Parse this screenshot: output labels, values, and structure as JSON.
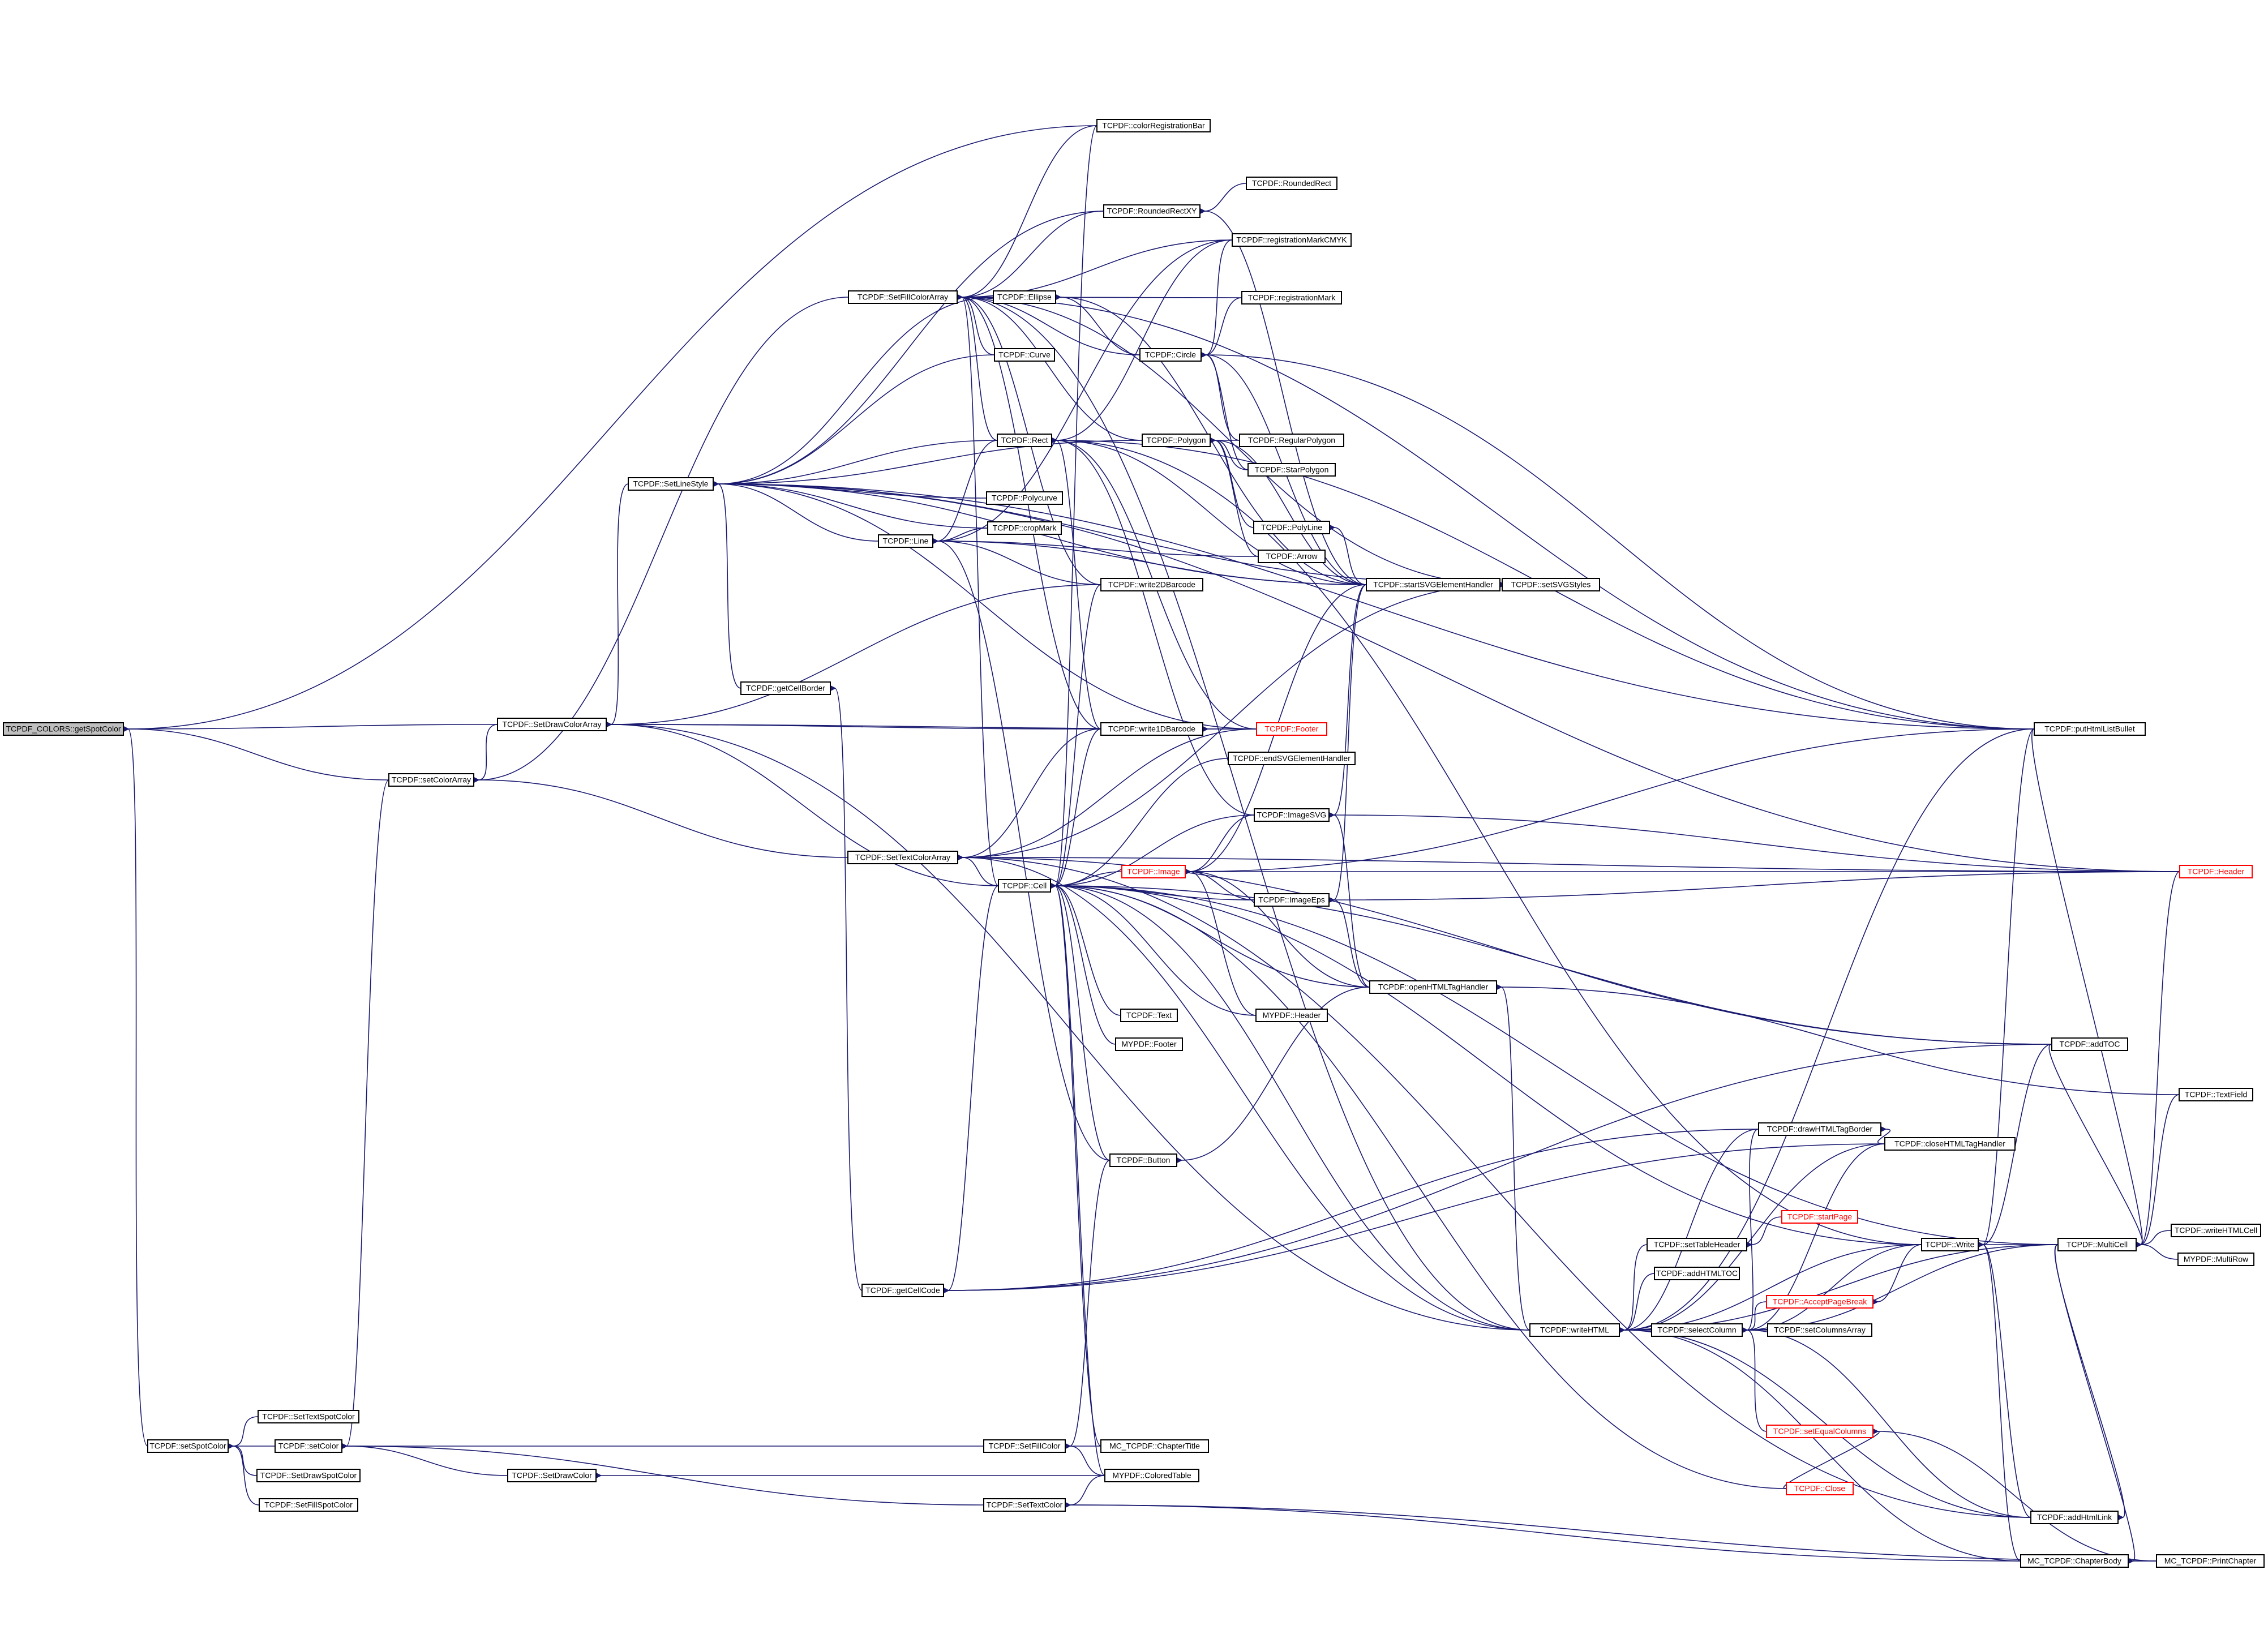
{
  "colors": {
    "edge": "#191970",
    "root_fill": "#bfbfbf",
    "truncated_border": "#ff0000"
  },
  "nodes": [
    {
      "id": "getSpotColor",
      "label": "TCPDF_COLORS::getSpotColor",
      "root": true
    },
    {
      "id": "setSpotColor",
      "label": "TCPDF::setSpotColor"
    },
    {
      "id": "SetTextSpotColor",
      "label": "TCPDF::SetTextSpotColor"
    },
    {
      "id": "setColor",
      "label": "TCPDF::setColor"
    },
    {
      "id": "SetDrawSpotColor",
      "label": "TCPDF::SetDrawSpotColor"
    },
    {
      "id": "SetFillSpotColor",
      "label": "TCPDF::SetFillSpotColor"
    },
    {
      "id": "setColorArray",
      "label": "TCPDF::setColorArray"
    },
    {
      "id": "SetDrawColorArray",
      "label": "TCPDF::SetDrawColorArray"
    },
    {
      "id": "SetDrawColor",
      "label": "TCPDF::SetDrawColor"
    },
    {
      "id": "SetLineStyle",
      "label": "TCPDF::SetLineStyle"
    },
    {
      "id": "getCellBorder",
      "label": "TCPDF::getCellBorder"
    },
    {
      "id": "SetFillColorArray",
      "label": "TCPDF::SetFillColorArray"
    },
    {
      "id": "SetTextColorArray",
      "label": "TCPDF::SetTextColorArray"
    },
    {
      "id": "getCellCode",
      "label": "TCPDF::getCellCode"
    },
    {
      "id": "SetFillColor",
      "label": "TCPDF::SetFillColor"
    },
    {
      "id": "SetTextColor",
      "label": "TCPDF::SetTextColor"
    },
    {
      "id": "Ellipse",
      "label": "TCPDF::Ellipse"
    },
    {
      "id": "Curve",
      "label": "TCPDF::Curve"
    },
    {
      "id": "Rect",
      "label": "TCPDF::Rect"
    },
    {
      "id": "Polycurve",
      "label": "TCPDF::Polycurve"
    },
    {
      "id": "cropMark",
      "label": "TCPDF::cropMark"
    },
    {
      "id": "Line",
      "label": "TCPDF::Line"
    },
    {
      "id": "Cell",
      "label": "TCPDF::Cell"
    },
    {
      "id": "colorRegistrationBar",
      "label": "TCPDF::colorRegistrationBar"
    },
    {
      "id": "RoundedRectXY",
      "label": "TCPDF::RoundedRectXY"
    },
    {
      "id": "Circle",
      "label": "TCPDF::Circle"
    },
    {
      "id": "Polygon",
      "label": "TCPDF::Polygon"
    },
    {
      "id": "write2DBarcode",
      "label": "TCPDF::write2DBarcode"
    },
    {
      "id": "write1DBarcode",
      "label": "TCPDF::write1DBarcode"
    },
    {
      "id": "Image",
      "label": "TCPDF::Image",
      "truncated": true
    },
    {
      "id": "Text",
      "label": "TCPDF::Text"
    },
    {
      "id": "MYPDFFooter",
      "label": "MYPDF::Footer"
    },
    {
      "id": "Button",
      "label": "TCPDF::Button"
    },
    {
      "id": "ChapterTitle",
      "label": "MC_TCPDF::ChapterTitle"
    },
    {
      "id": "ColoredTable",
      "label": "MYPDF::ColoredTable"
    },
    {
      "id": "RoundedRect",
      "label": "TCPDF::RoundedRect"
    },
    {
      "id": "registrationMarkCMYK",
      "label": "TCPDF::registrationMarkCMYK"
    },
    {
      "id": "registrationMark",
      "label": "TCPDF::registrationMark"
    },
    {
      "id": "RegularPolygon",
      "label": "TCPDF::RegularPolygon"
    },
    {
      "id": "StarPolygon",
      "label": "TCPDF::StarPolygon"
    },
    {
      "id": "PolyLine",
      "label": "TCPDF::PolyLine"
    },
    {
      "id": "Arrow",
      "label": "TCPDF::Arrow"
    },
    {
      "id": "Footer",
      "label": "TCPDF::Footer",
      "truncated": true
    },
    {
      "id": "endSVGElementHandler",
      "label": "TCPDF::endSVGElementHandler"
    },
    {
      "id": "ImageSVG",
      "label": "TCPDF::ImageSVG"
    },
    {
      "id": "ImageEps",
      "label": "TCPDF::ImageEps"
    },
    {
      "id": "MYPDFHeader",
      "label": "MYPDF::Header"
    },
    {
      "id": "startSVGElementHandler",
      "label": "TCPDF::startSVGElementHandler"
    },
    {
      "id": "setSVGStyles",
      "label": "TCPDF::setSVGStyles"
    },
    {
      "id": "openHTMLTagHandler",
      "label": "TCPDF::openHTMLTagHandler"
    },
    {
      "id": "writeHTML",
      "label": "TCPDF::writeHTML"
    },
    {
      "id": "setTableHeader",
      "label": "TCPDF::setTableHeader"
    },
    {
      "id": "addHTMLTOC",
      "label": "TCPDF::addHTMLTOC"
    },
    {
      "id": "selectColumn",
      "label": "TCPDF::selectColumn"
    },
    {
      "id": "startPage",
      "label": "TCPDF::startPage",
      "truncated": true
    },
    {
      "id": "AcceptPageBreak",
      "label": "TCPDF::AcceptPageBreak",
      "truncated": true
    },
    {
      "id": "setColumnsArray",
      "label": "TCPDF::setColumnsArray"
    },
    {
      "id": "setEqualColumns",
      "label": "TCPDF::setEqualColumns",
      "truncated": true
    },
    {
      "id": "Close",
      "label": "TCPDF::Close",
      "truncated": true
    },
    {
      "id": "drawHTMLTagBorder",
      "label": "TCPDF::drawHTMLTagBorder"
    },
    {
      "id": "closeHTMLTagHandler",
      "label": "TCPDF::closeHTMLTagHandler"
    },
    {
      "id": "Write",
      "label": "TCPDF::Write"
    },
    {
      "id": "addHtmlLink",
      "label": "TCPDF::addHtmlLink"
    },
    {
      "id": "ChapterBody",
      "label": "MC_TCPDF::ChapterBody"
    },
    {
      "id": "putHtmlListBullet",
      "label": "TCPDF::putHtmlListBullet"
    },
    {
      "id": "addTOC",
      "label": "TCPDF::addTOC"
    },
    {
      "id": "MultiCell",
      "label": "TCPDF::MultiCell"
    },
    {
      "id": "PrintChapter",
      "label": "MC_TCPDF::PrintChapter"
    },
    {
      "id": "Header",
      "label": "TCPDF::Header",
      "truncated": true
    },
    {
      "id": "TextField",
      "label": "TCPDF::TextField"
    },
    {
      "id": "writeHTMLCell",
      "label": "TCPDF::writeHTMLCell"
    },
    {
      "id": "MultiRow",
      "label": "MYPDF::MultiRow"
    }
  ],
  "edges": [
    [
      "getSpotColor",
      "setSpotColor"
    ],
    [
      "getSpotColor",
      "setColorArray"
    ],
    [
      "getSpotColor",
      "SetDrawColorArray"
    ],
    [
      "getSpotColor",
      "colorRegistrationBar"
    ],
    [
      "setSpotColor",
      "SetTextSpotColor"
    ],
    [
      "setSpotColor",
      "setColor"
    ],
    [
      "setSpotColor",
      "SetDrawSpotColor"
    ],
    [
      "setSpotColor",
      "SetFillSpotColor"
    ],
    [
      "setColor",
      "setColorArray"
    ],
    [
      "setColor",
      "SetDrawColor"
    ],
    [
      "setColor",
      "SetFillColor"
    ],
    [
      "setColor",
      "SetTextColor"
    ],
    [
      "setColorArray",
      "SetDrawColorArray"
    ],
    [
      "setColorArray",
      "SetFillColorArray"
    ],
    [
      "setColorArray",
      "SetTextColorArray"
    ],
    [
      "SetDrawColorArray",
      "SetLineStyle"
    ],
    [
      "SetDrawColorArray",
      "Cell"
    ],
    [
      "SetDrawColorArray",
      "write1DBarcode"
    ],
    [
      "SetDrawColorArray",
      "write2DBarcode"
    ],
    [
      "SetDrawColorArray",
      "writeHTML"
    ],
    [
      "SetDrawColorArray",
      "Footer"
    ],
    [
      "SetDrawColor",
      "ColoredTable"
    ],
    [
      "SetLineStyle",
      "getCellBorder"
    ],
    [
      "SetLineStyle",
      "Rect"
    ],
    [
      "SetLineStyle",
      "Polycurve"
    ],
    [
      "SetLineStyle",
      "cropMark"
    ],
    [
      "SetLineStyle",
      "Line"
    ],
    [
      "SetLineStyle",
      "Curve"
    ],
    [
      "SetLineStyle",
      "RoundedRectXY"
    ],
    [
      "SetLineStyle",
      "Polygon"
    ],
    [
      "SetLineStyle",
      "Ellipse"
    ],
    [
      "SetLineStyle",
      "Footer"
    ],
    [
      "SetLineStyle",
      "putHtmlListBullet"
    ],
    [
      "SetLineStyle",
      "Header"
    ],
    [
      "SetLineStyle",
      "startSVGElementHandler"
    ],
    [
      "SetLineStyle",
      "setSVGStyles"
    ],
    [
      "getCellBorder",
      "getCellCode"
    ],
    [
      "SetFillColorArray",
      "Ellipse"
    ],
    [
      "SetFillColorArray",
      "Curve"
    ],
    [
      "SetFillColorArray",
      "Rect"
    ],
    [
      "SetFillColorArray",
      "Polygon"
    ],
    [
      "SetFillColorArray",
      "RoundedRectXY"
    ],
    [
      "SetFillColorArray",
      "colorRegistrationBar"
    ],
    [
      "SetFillColorArray",
      "registrationMarkCMYK"
    ],
    [
      "SetFillColorArray",
      "registrationMark"
    ],
    [
      "SetFillColorArray",
      "Circle"
    ],
    [
      "SetFillColorArray",
      "Cell"
    ],
    [
      "SetFillColorArray",
      "write1DBarcode"
    ],
    [
      "SetFillColorArray",
      "write2DBarcode"
    ],
    [
      "SetFillColorArray",
      "putHtmlListBullet"
    ],
    [
      "SetFillColorArray",
      "setSVGStyles"
    ],
    [
      "SetFillColorArray",
      "writeHTML"
    ],
    [
      "SetTextColorArray",
      "Cell"
    ],
    [
      "SetTextColorArray",
      "write1DBarcode"
    ],
    [
      "SetTextColorArray",
      "Footer"
    ],
    [
      "SetTextColorArray",
      "Header"
    ],
    [
      "SetTextColorArray",
      "writeHTML"
    ],
    [
      "SetTextColorArray",
      "addTOC"
    ],
    [
      "SetTextColorArray",
      "addHtmlLink"
    ],
    [
      "SetTextColorArray",
      "setSVGStyles"
    ],
    [
      "getCellCode",
      "Cell"
    ],
    [
      "getCellCode",
      "drawHTMLTagBorder"
    ],
    [
      "getCellCode",
      "addTOC"
    ],
    [
      "getCellCode",
      "closeHTMLTagHandler"
    ],
    [
      "SetFillColor",
      "ChapterTitle"
    ],
    [
      "SetFillColor",
      "ColoredTable"
    ],
    [
      "SetFillColor",
      "Button"
    ],
    [
      "SetTextColor",
      "ColoredTable"
    ],
    [
      "SetTextColor",
      "ChapterBody"
    ],
    [
      "SetTextColor",
      "PrintChapter"
    ],
    [
      "Ellipse",
      "Circle"
    ],
    [
      "Ellipse",
      "startSVGElementHandler"
    ],
    [
      "Rect",
      "startSVGElementHandler"
    ],
    [
      "Rect",
      "Footer"
    ],
    [
      "Rect",
      "write1DBarcode"
    ],
    [
      "Rect",
      "ImageSVG"
    ],
    [
      "Rect",
      "Write"
    ],
    [
      "Rect",
      "putHtmlListBullet"
    ],
    [
      "Rect",
      "registrationMarkCMYK"
    ],
    [
      "Line",
      "Rect"
    ],
    [
      "Line",
      "cropMark"
    ],
    [
      "Line",
      "Arrow"
    ],
    [
      "Line",
      "startSVGElementHandler"
    ],
    [
      "Line",
      "registrationMarkCMYK"
    ],
    [
      "Line",
      "write2DBarcode"
    ],
    [
      "Line",
      "Button"
    ],
    [
      "Cell",
      "Text"
    ],
    [
      "Cell",
      "MYPDFFooter"
    ],
    [
      "Cell",
      "MYPDFHeader"
    ],
    [
      "Cell",
      "Image"
    ],
    [
      "Cell",
      "ImageEps"
    ],
    [
      "Cell",
      "ImageSVG"
    ],
    [
      "Cell",
      "Button"
    ],
    [
      "Cell",
      "ChapterTitle"
    ],
    [
      "Cell",
      "ColoredTable"
    ],
    [
      "Cell",
      "write1DBarcode"
    ],
    [
      "Cell",
      "write2DBarcode"
    ],
    [
      "Cell",
      "addTOC"
    ],
    [
      "Cell",
      "Write"
    ],
    [
      "Cell",
      "writeHTML"
    ],
    [
      "Cell",
      "openHTMLTagHandler"
    ],
    [
      "Cell",
      "MultiCell"
    ],
    [
      "Cell",
      "Close"
    ],
    [
      "Cell",
      "endSVGElementHandler"
    ],
    [
      "Cell",
      "colorRegistrationBar"
    ],
    [
      "RoundedRectXY",
      "RoundedRect"
    ],
    [
      "RoundedRectXY",
      "startSVGElementHandler"
    ],
    [
      "Circle",
      "registrationMark"
    ],
    [
      "Circle",
      "registrationMarkCMYK"
    ],
    [
      "Circle",
      "RegularPolygon"
    ],
    [
      "Circle",
      "StarPolygon"
    ],
    [
      "Circle",
      "startSVGElementHandler"
    ],
    [
      "Circle",
      "putHtmlListBullet"
    ],
    [
      "Polygon",
      "RegularPolygon"
    ],
    [
      "Polygon",
      "StarPolygon"
    ],
    [
      "Polygon",
      "PolyLine"
    ],
    [
      "Polygon",
      "Arrow"
    ],
    [
      "Polygon",
      "startSVGElementHandler"
    ],
    [
      "PolyLine",
      "startSVGElementHandler"
    ],
    [
      "write1DBarcode",
      "Footer"
    ],
    [
      "Image",
      "ImageEps"
    ],
    [
      "Image",
      "ImageSVG"
    ],
    [
      "Image",
      "MYPDFHeader"
    ],
    [
      "Image",
      "openHTMLTagHandler"
    ],
    [
      "Image",
      "putHtmlListBullet"
    ],
    [
      "Image",
      "Header"
    ],
    [
      "Image",
      "startSVGElementHandler"
    ],
    [
      "ImageSVG",
      "openHTMLTagHandler"
    ],
    [
      "ImageSVG",
      "Header"
    ],
    [
      "ImageSVG",
      "startSVGElementHandler"
    ],
    [
      "ImageEps",
      "openHTMLTagHandler"
    ],
    [
      "ImageEps",
      "Header"
    ],
    [
      "ImageEps",
      "startSVGElementHandler"
    ],
    [
      "startSVGElementHandler",
      "setSVGStyles"
    ],
    [
      "openHTMLTagHandler",
      "writeHTML"
    ],
    [
      "openHTMLTagHandler",
      "TextField"
    ],
    [
      "Button",
      "openHTMLTagHandler"
    ],
    [
      "writeHTML",
      "setTableHeader"
    ],
    [
      "writeHTML",
      "addHTMLTOC"
    ],
    [
      "writeHTML",
      "selectColumn"
    ],
    [
      "writeHTML",
      "drawHTMLTagBorder"
    ],
    [
      "writeHTML",
      "closeHTMLTagHandler"
    ],
    [
      "writeHTML",
      "Write"
    ],
    [
      "writeHTML",
      "MultiCell"
    ],
    [
      "writeHTML",
      "ChapterBody"
    ],
    [
      "writeHTML",
      "addHtmlLink"
    ],
    [
      "writeHTML",
      "putHtmlListBullet"
    ],
    [
      "setTableHeader",
      "startPage"
    ],
    [
      "selectColumn",
      "AcceptPageBreak"
    ],
    [
      "selectColumn",
      "setColumnsArray"
    ],
    [
      "selectColumn",
      "setEqualColumns"
    ],
    [
      "selectColumn",
      "Write"
    ],
    [
      "selectColumn",
      "MultiCell"
    ],
    [
      "selectColumn",
      "closeHTMLTagHandler"
    ],
    [
      "selectColumn",
      "drawHTMLTagBorder"
    ],
    [
      "selectColumn",
      "addHtmlLink"
    ],
    [
      "AcceptPageBreak",
      "Write"
    ],
    [
      "setEqualColumns",
      "Close"
    ],
    [
      "setEqualColumns",
      "PrintChapter"
    ],
    [
      "drawHTMLTagBorder",
      "closeHTMLTagHandler"
    ],
    [
      "Write",
      "MultiCell"
    ],
    [
      "Write",
      "addHtmlLink"
    ],
    [
      "Write",
      "ChapterBody"
    ],
    [
      "Write",
      "addTOC"
    ],
    [
      "Write",
      "putHtmlListBullet"
    ],
    [
      "addHtmlLink",
      "MultiCell"
    ],
    [
      "ChapterBody",
      "PrintChapter"
    ],
    [
      "ChapterBody",
      "MultiCell"
    ],
    [
      "MultiCell",
      "writeHTMLCell"
    ],
    [
      "MultiCell",
      "MultiRow"
    ],
    [
      "MultiCell",
      "TextField"
    ],
    [
      "MultiCell",
      "Header"
    ],
    [
      "MultiCell",
      "putHtmlListBullet"
    ],
    [
      "MultiCell",
      "addTOC"
    ]
  ]
}
